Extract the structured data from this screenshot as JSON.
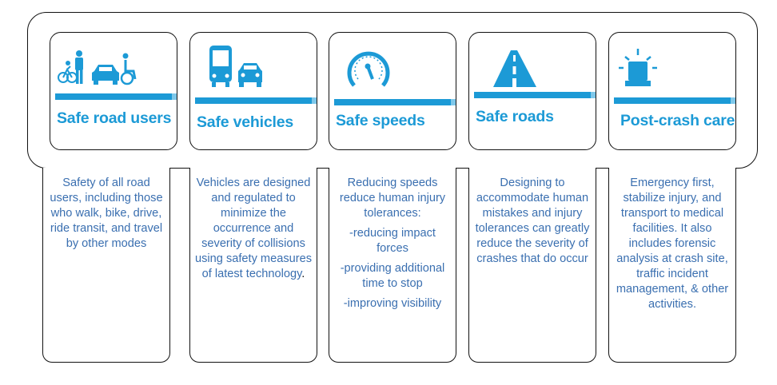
{
  "colors": {
    "accent": "#1c9ad6",
    "text_blue": "#3a6fb0",
    "border": "#111111"
  },
  "pillars": [
    {
      "title": "Safe road users",
      "icon": "pedestrians-cyclist-car-wheelchair-icon",
      "desc": [
        "Safety of all road users, including those who walk, bike, drive, ride transit, and travel by other modes"
      ]
    },
    {
      "title": "Safe vehicles",
      "icon": "bus-car-icon",
      "desc": [
        "Vehicles are designed and regulated to minimize the occurrence and severity of collisions using safety measures of latest technology"
      ],
      "desc_end": "."
    },
    {
      "title": "Safe speeds",
      "icon": "speedometer-icon",
      "desc": [
        "Reducing speeds reduce human injury tolerances:",
        "-reducing impact forces",
        "-providing additional time to stop",
        "-improving visibility"
      ]
    },
    {
      "title": "Safe roads",
      "icon": "road-icon",
      "desc": [
        "Designing to accommodate human mistakes and injury tolerances can greatly reduce the severity of crashes that do occur"
      ]
    },
    {
      "title": "Post-crash care",
      "icon": "emergency-light-icon",
      "desc": [
        "Emergency first, stabilize injury, and transport to medical facilities. It also includes forensic analysis at crash site, traffic incident management, & other activities."
      ]
    }
  ]
}
